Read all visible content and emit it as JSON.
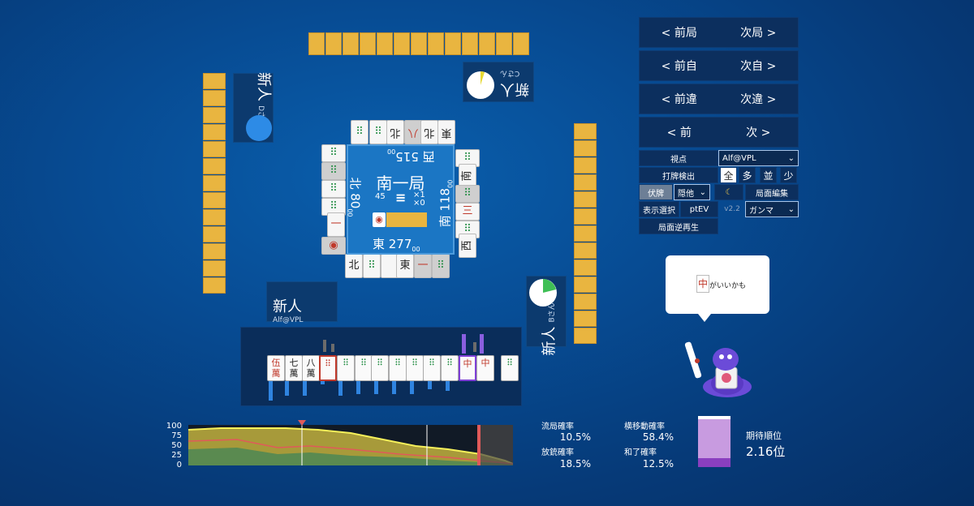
{
  "players": {
    "top": {
      "name": "新人",
      "sub": "Cさん"
    },
    "left": {
      "name": "新人",
      "sub": "Dさん"
    },
    "right": {
      "name": "新人",
      "sub": "Bさん"
    },
    "bottom": {
      "name": "新人",
      "sub": "Alf@VPL"
    }
  },
  "center": {
    "round": "南一局",
    "honba_left": "45",
    "stick_sym": "≡",
    "kyotaku": "×1",
    "honba": "×0",
    "score_top": "西 515",
    "score_left": "北 80",
    "score_right": "南 118",
    "score_bottom": "東 277",
    "zeros": "00"
  },
  "discards": {
    "top": [
      "東",
      "八",
      "北",
      "北",
      "",
      ""
    ],
    "left": [
      "",
      "",
      "",
      "",
      "一",
      ""
    ],
    "right": [
      "",
      "南",
      "",
      "三",
      "",
      "西"
    ],
    "bottom": [
      "北",
      "",
      "",
      "東",
      "一",
      ""
    ]
  },
  "hand": {
    "tiles": [
      {
        "top": "伍",
        "bot": "萬",
        "cls": "r"
      },
      {
        "top": "七",
        "bot": "萬",
        "cls": "k"
      },
      {
        "top": "八",
        "bot": "萬",
        "cls": "k"
      },
      {
        "top": "⠿",
        "bot": "",
        "cls": "r sel2"
      },
      {
        "top": "⠿",
        "bot": "",
        "cls": "g"
      },
      {
        "top": "⠿",
        "bot": "",
        "cls": "g"
      },
      {
        "top": "⠿",
        "bot": "",
        "cls": "g"
      },
      {
        "top": "⠿",
        "bot": "",
        "cls": "g"
      },
      {
        "top": "⠿",
        "bot": "",
        "cls": "g"
      },
      {
        "top": "⠿",
        "bot": "",
        "cls": "g"
      },
      {
        "top": "⠿",
        "bot": "",
        "cls": "g"
      },
      {
        "top": "中",
        "bot": "",
        "cls": "r sel"
      },
      {
        "top": "中",
        "bot": "",
        "cls": "r"
      },
      {
        "top": "⠿",
        "bot": "",
        "cls": "g"
      }
    ]
  },
  "nav": {
    "prev_round": "< 前局",
    "next_round": "次局 >",
    "prev_self": "< 前自",
    "next_self": "次自 >",
    "prev_diff": "< 前違",
    "next_diff": "次違 >",
    "prev": "< 前",
    "next": "次 >"
  },
  "controls": {
    "viewpoint_label": "視点",
    "viewpoint_value": "Alf@VPL",
    "discard_detect": "打牌検出",
    "seg": [
      "全",
      "多",
      "並",
      "少"
    ],
    "fuse": "伏牌",
    "hide_other": "隠他",
    "moon": "☾",
    "edit": "局面編集",
    "display_select": "表示選択",
    "ptev": "ptEV",
    "version": "v2.2",
    "gamma": "ガンマ",
    "replay": "局面逆再生",
    "chevron": "⌄"
  },
  "bubble": {
    "tile": "中",
    "text": "がいいかも"
  },
  "graph": {
    "y_labels": [
      "100",
      "75",
      "50",
      "25",
      "0"
    ]
  },
  "stats": {
    "ryukyoku_label": "流局確率",
    "ryukyoku": "10.5%",
    "yokoido_label": "横移動確率",
    "yokoido": "58.4%",
    "houju_label": "放銃確率",
    "houju": "18.5%",
    "hora_label": "和了確率",
    "hora": "12.5%",
    "exp_label": "期待順位",
    "exp": "2.16位"
  },
  "colors": {
    "accent_purple": "#8a5fe0",
    "bar_blue": "#2f84e0",
    "wall": "#e9b540"
  }
}
